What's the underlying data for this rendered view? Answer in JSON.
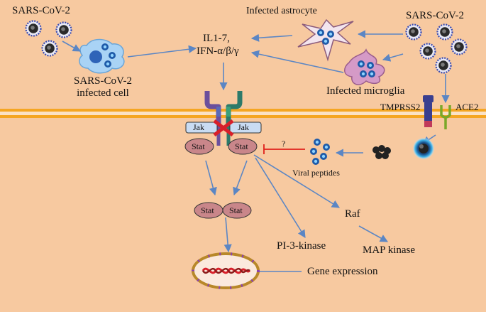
{
  "labels": {
    "sars_left": "SARS-CoV-2",
    "sars_right": "SARS-CoV-2",
    "infected_cell_1": "SARS-CoV-2",
    "infected_cell_2": "infected cell",
    "infected_astrocyte": "Infected astrocyte",
    "infected_microglia": "Infected microglia",
    "cytokines_1": "IL1-7,",
    "cytokines_2": "IFN-α/β/γ",
    "tmprss2": "TMPRSS2",
    "ace2": "ACE2",
    "jak_left": "Jak",
    "jak_right": "Jak",
    "stat_left": "Stat",
    "stat_right": "Stat",
    "stat_dimer_left": "Stat",
    "stat_dimer_right": "Stat",
    "question": "?",
    "viral_peptides": "Viral peptides",
    "raf": "Raf",
    "pi3k": "PI-3-kinase",
    "map_kinase": "MAP kinase",
    "gene_expression": "Gene expression"
  },
  "colors": {
    "background": "#f7c9a0",
    "membrane": "#f5a623",
    "arrow": "#5b86c4",
    "inhibit": "#e0201b",
    "stat_fill": "#c9868a",
    "jak_fill": "#c9dcf3"
  }
}
